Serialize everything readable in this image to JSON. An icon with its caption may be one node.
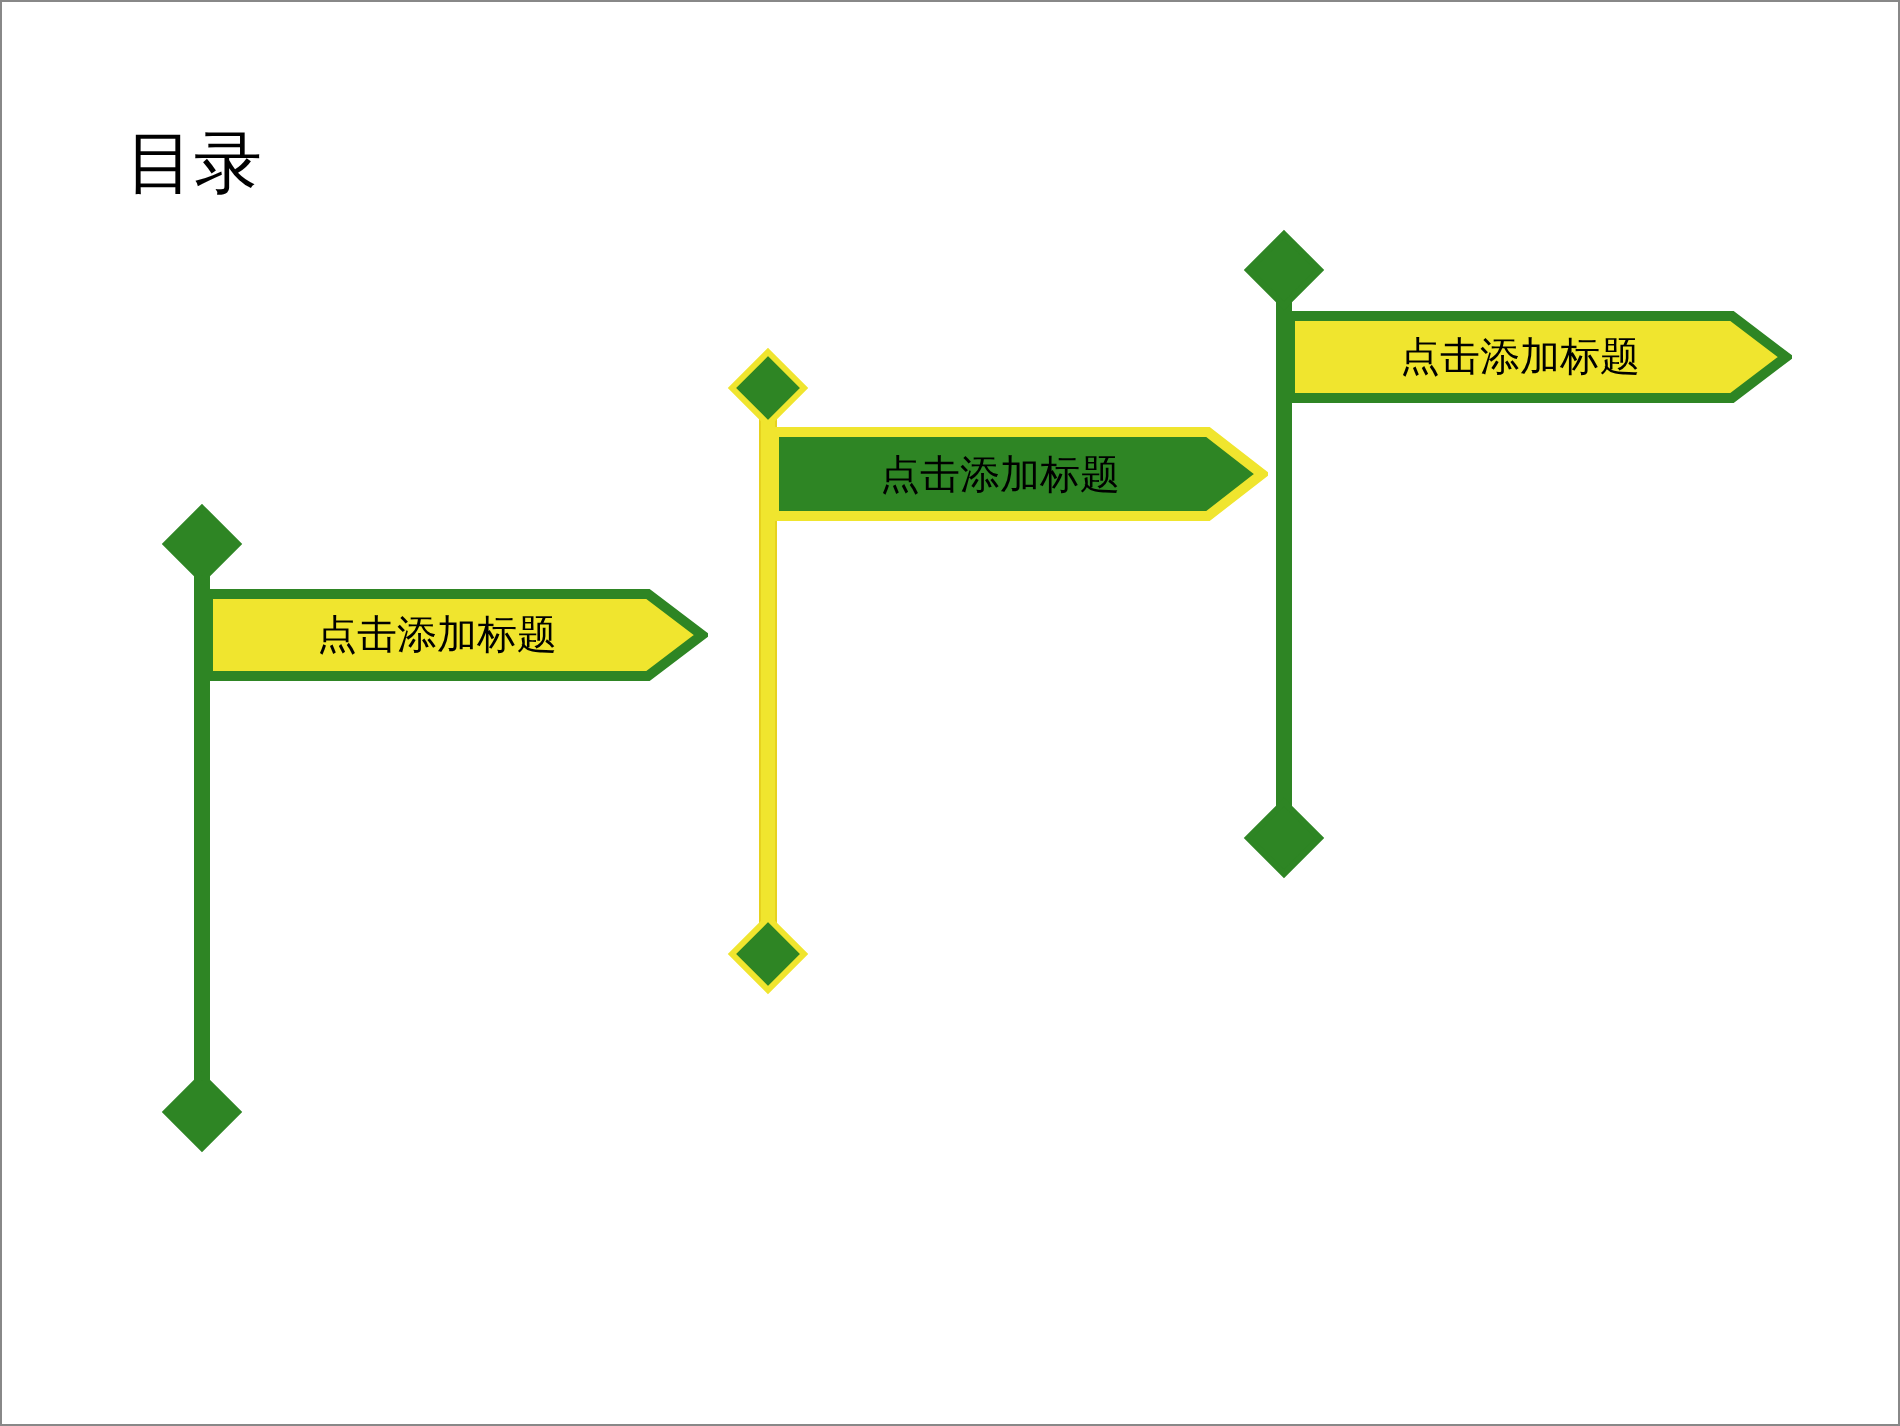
{
  "diagram": {
    "title": "目录",
    "nodes": [
      {
        "text": [
          "点击添加标题"
        ]
      },
      {
        "text": [
          "点击添加标题"
        ]
      },
      {
        "text": [
          "点击添加标题"
        ]
      }
    ]
  }
}
